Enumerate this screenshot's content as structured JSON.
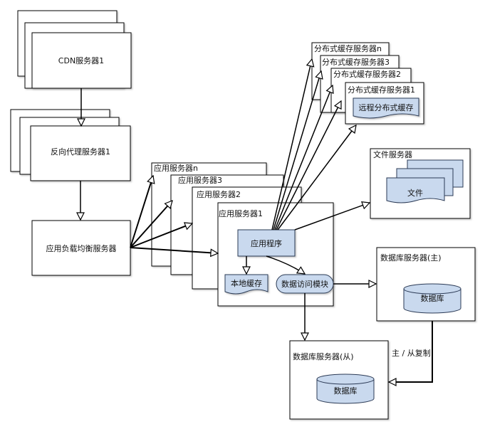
{
  "cdn": {
    "label": "CDN服务器1"
  },
  "proxy": {
    "label": "反向代理服务器1"
  },
  "lb": {
    "label": "应用负载均衡服务器"
  },
  "app": {
    "stack_labels": [
      "应用服务器n",
      "应用服务器3",
      "应用服务器2",
      "应用服务器1"
    ],
    "program": "应用程序",
    "local_cache": "本地缓存",
    "data_access": "数据访问模块"
  },
  "cache": {
    "stack_labels": [
      "分布式缓存服务器n",
      "分布式缓存服务器3",
      "分布式缓存服务器2",
      "分布式缓存服务器1"
    ],
    "remote": "远程分布式缓存"
  },
  "file": {
    "title": "文件服务器",
    "doc": "文件"
  },
  "db_master": {
    "title": "数据库服务器(主)",
    "db": "数据库"
  },
  "db_slave": {
    "title": "数据库服务器(从)",
    "db": "数据库"
  },
  "replication": {
    "label": "主 / 从复制"
  },
  "colors": {
    "shape_fill": "#c9d9ee",
    "shape_stroke": "#2b3a55",
    "line": "#000000"
  }
}
